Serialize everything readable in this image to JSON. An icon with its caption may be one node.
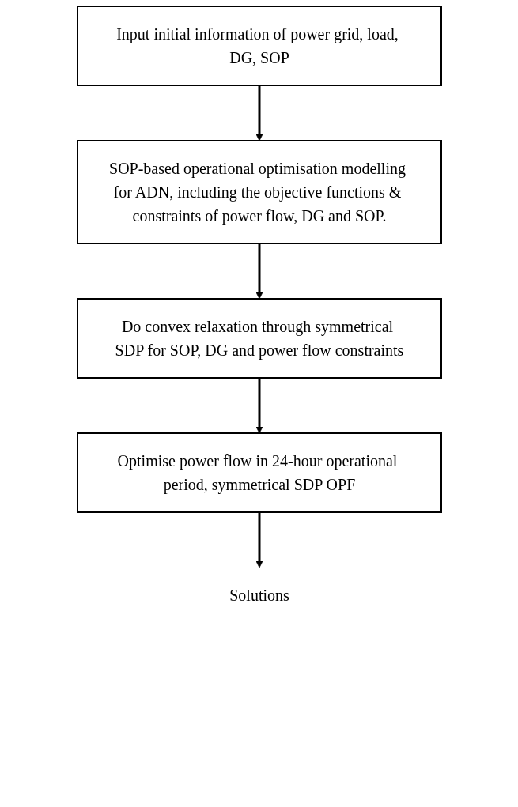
{
  "diagram": {
    "nodes": [
      {
        "text": [
          "Input initial information of power grid, load, DG, SOP"
        ]
      },
      {
        "text": [
          "SOP-based operational optimisation modelling for ADN, including the objective functions & constraints of power flow, DG and SOP."
        ]
      },
      {
        "text": [
          "Do convex relaxation through symmetrical SDP for SOP, DG and power flow constraints"
        ]
      },
      {
        "text": [
          "Optimise power flow in 24-hour operational period, symmetrical SDP OPF"
        ]
      },
      {
        "text": [
          "Solutions"
        ]
      }
    ],
    "edges": [
      {
        "from": 0,
        "to": 1,
        "arrow": "to"
      },
      {
        "from": 1,
        "to": 2,
        "arrow": "to"
      },
      {
        "from": 2,
        "to": 3,
        "arrow": "to"
      },
      {
        "from": 3,
        "to": 4,
        "arrow": "to"
      }
    ]
  }
}
